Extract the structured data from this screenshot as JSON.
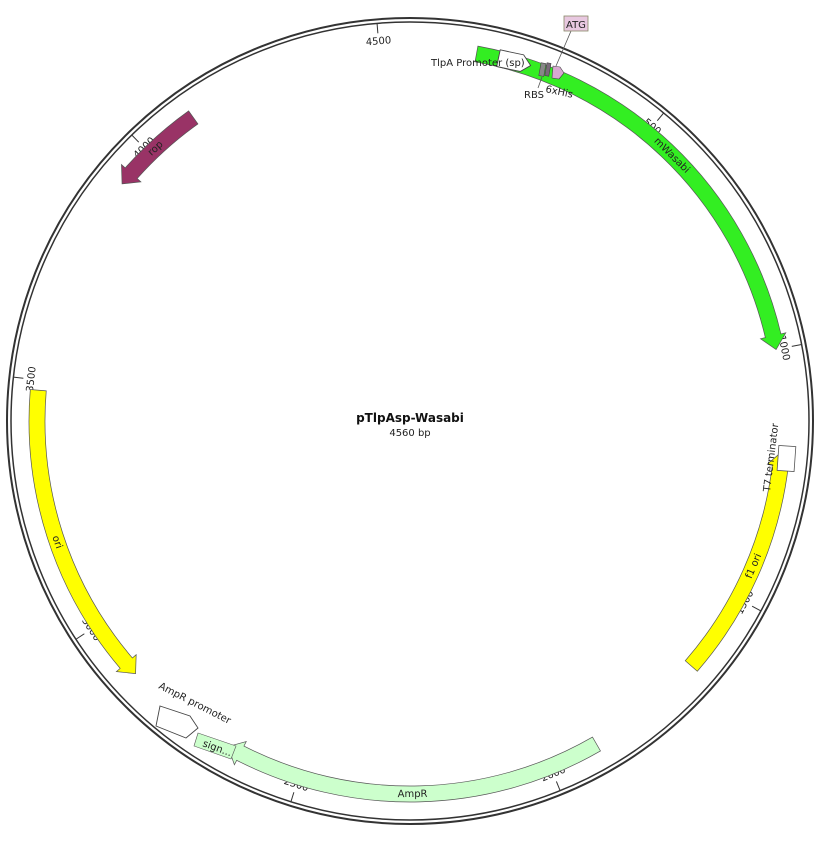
{
  "plasmid": {
    "name": "pTlpAsp-Wasabi",
    "length_label": "4560 bp",
    "length": 4560
  },
  "ticks": [
    {
      "pos": 500,
      "label": "500"
    },
    {
      "pos": 1000,
      "label": "1000"
    },
    {
      "pos": 1500,
      "label": "1500"
    },
    {
      "pos": 2000,
      "label": "2000"
    },
    {
      "pos": 2500,
      "label": "2500"
    },
    {
      "pos": 3000,
      "label": "3000"
    },
    {
      "pos": 3500,
      "label": "3500"
    },
    {
      "pos": 4000,
      "label": "4000"
    },
    {
      "pos": 4500,
      "label": "4500"
    }
  ],
  "features": [
    {
      "id": "mwasabi",
      "label": "mWasabi",
      "start": 130,
      "end": 1000,
      "direction": 1,
      "color": "#33ee22"
    },
    {
      "id": "f1-ori",
      "label": "f1 ori",
      "start": 1200,
      "end": 1660,
      "direction": -1,
      "color": "#ffff00"
    },
    {
      "id": "ampr",
      "label": "AmpR",
      "start": 1900,
      "end": 2650,
      "direction": 1,
      "color": "#ccffcc"
    },
    {
      "id": "ori",
      "label": "ori",
      "start": 2880,
      "end": 3480,
      "direction": -1,
      "color": "#ffff00"
    },
    {
      "id": "rop",
      "label": "rop",
      "start": 3920,
      "end": 4110,
      "direction": -1,
      "color": "#993366"
    }
  ],
  "small_features": [
    {
      "id": "tlpa-promoter",
      "label": "TlpA Promoter (sp)"
    },
    {
      "id": "rbs",
      "label": "RBS"
    },
    {
      "id": "six-his",
      "label": "6xHis"
    },
    {
      "id": "atg",
      "label": "ATG"
    },
    {
      "id": "t7-terminator",
      "label": "T7 terminator"
    },
    {
      "id": "ampr-promoter",
      "label": "AmpR promoter"
    },
    {
      "id": "sig",
      "label": "sign..."
    }
  ]
}
